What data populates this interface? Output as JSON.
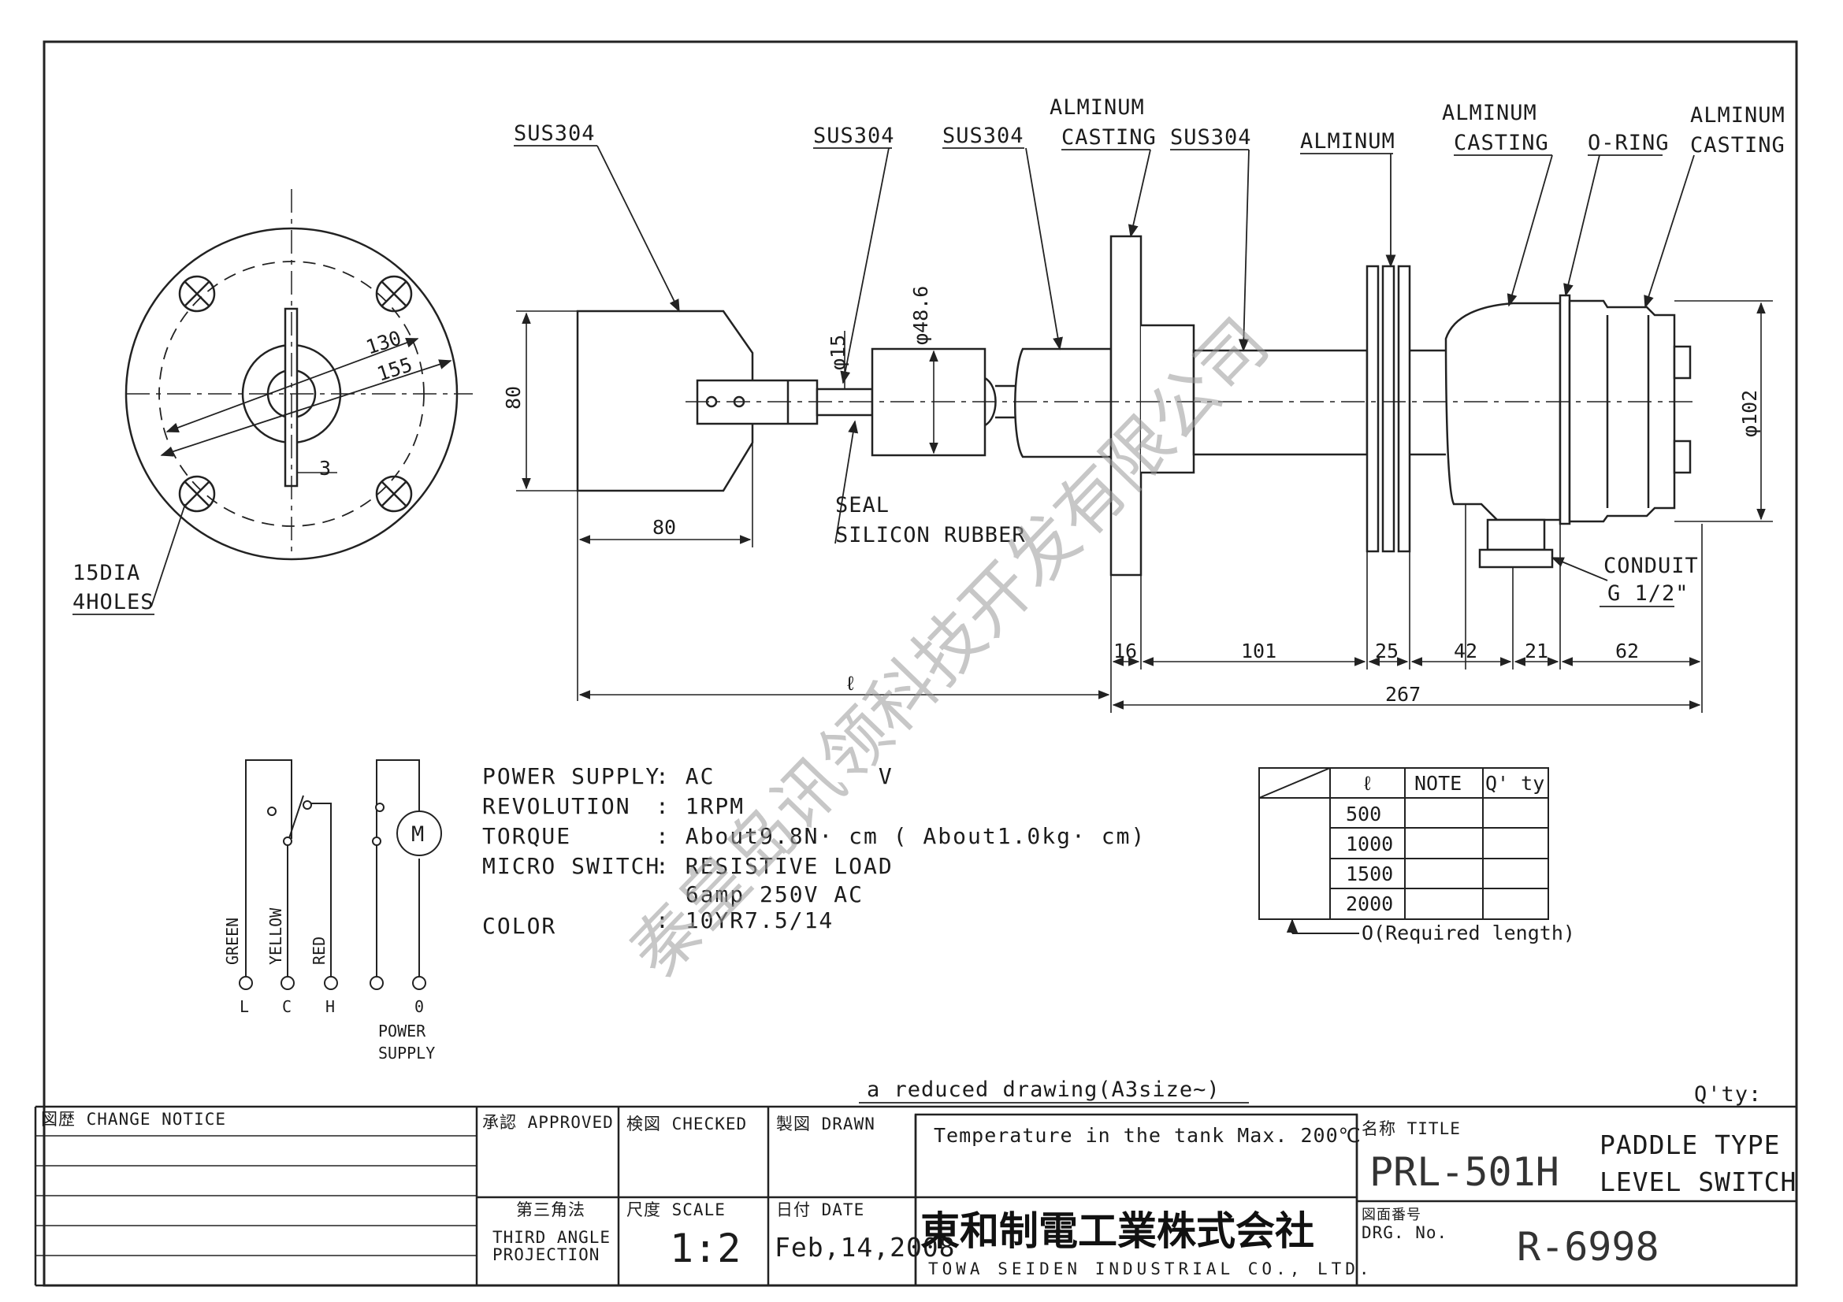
{
  "materials": {
    "shaft_tip": "SUS304",
    "coupling": "SUS304",
    "shaft": "SUS304",
    "flange": [
      "ALMINUM",
      "CASTING"
    ],
    "stem": "SUS304",
    "fins": "ALMINUM",
    "housing": [
      "ALMINUM",
      "CASTING"
    ],
    "oring": "O-RING",
    "cover": [
      "ALMINUM",
      "CASTING"
    ]
  },
  "dimensions": {
    "d130": "130",
    "d155": "155",
    "d3": "3",
    "paddle_h": "80",
    "paddle_w": "80",
    "shaft_dia": "φ15",
    "coupling_dia": "φ48.6",
    "housing_dia": "φ102",
    "l16": "16",
    "l101": "101",
    "l25": "25",
    "l42": "42",
    "l21": "21",
    "l62": "62",
    "l267": "267",
    "l_var": "ℓ"
  },
  "notes": {
    "holes": [
      "15DIA",
      "4HOLES"
    ],
    "seal": [
      "SEAL",
      "SILICON RUBBER"
    ],
    "conduit": [
      "CONDUIT",
      "G 1/2\""
    ]
  },
  "wiring": {
    "wires": [
      "GREEN",
      "YELLOW",
      "RED"
    ],
    "terminals": [
      "L",
      "C",
      "H",
      "0"
    ],
    "motor": "M",
    "power": [
      "POWER",
      "SUPPLY"
    ]
  },
  "specs": {
    "labels": [
      "POWER SUPPLY",
      "REVOLUTION",
      "TORQUE",
      "MICRO SWITCH",
      "",
      "COLOR"
    ],
    "values": [
      ": AC           V",
      ": 1RPM",
      ": About9.8N· cm ( About1.0kg· cm)",
      ": RESISTIVE LOAD",
      "  6amp 250V AC",
      ": 10YR7.5/14"
    ]
  },
  "length_table": {
    "headers": [
      "ℓ",
      "NOTE",
      "Q' ty"
    ],
    "rows": [
      "500",
      "1000",
      "1500",
      "2000"
    ],
    "footnote": "O(Required length)"
  },
  "sheet": {
    "reduced": "a reduced drawing(A3size~)",
    "qty": "Q'ty:"
  },
  "title_block": {
    "change_notice": "図歴 CHANGE NOTICE",
    "approved": "承認 APPROVED",
    "checked": "検図 CHECKED",
    "drawn": "製図 DRAWN",
    "projection_jp": "第三角法",
    "projection": [
      "THIRD ANGLE",
      "PROJECTION"
    ],
    "scale_label": "尺度 SCALE",
    "scale": "1:2",
    "date_label": "日付 DATE",
    "date": "Feb,14,2008",
    "temperature": "Temperature in the tank Max. 200℃",
    "company_jp": "東和制電工業株式会社",
    "company_en": "TOWA SEIDEN INDUSTRIAL CO., LTD.",
    "title_label": "名称 TITLE",
    "model": "PRL-501H",
    "product": [
      "PADDLE TYPE",
      "LEVEL SWITCH"
    ],
    "drg_label": [
      "図面番号",
      "DRG.  No."
    ],
    "drg_no": "R-6998"
  },
  "watermark": "秦皇岛讯领科技开发有限公司"
}
